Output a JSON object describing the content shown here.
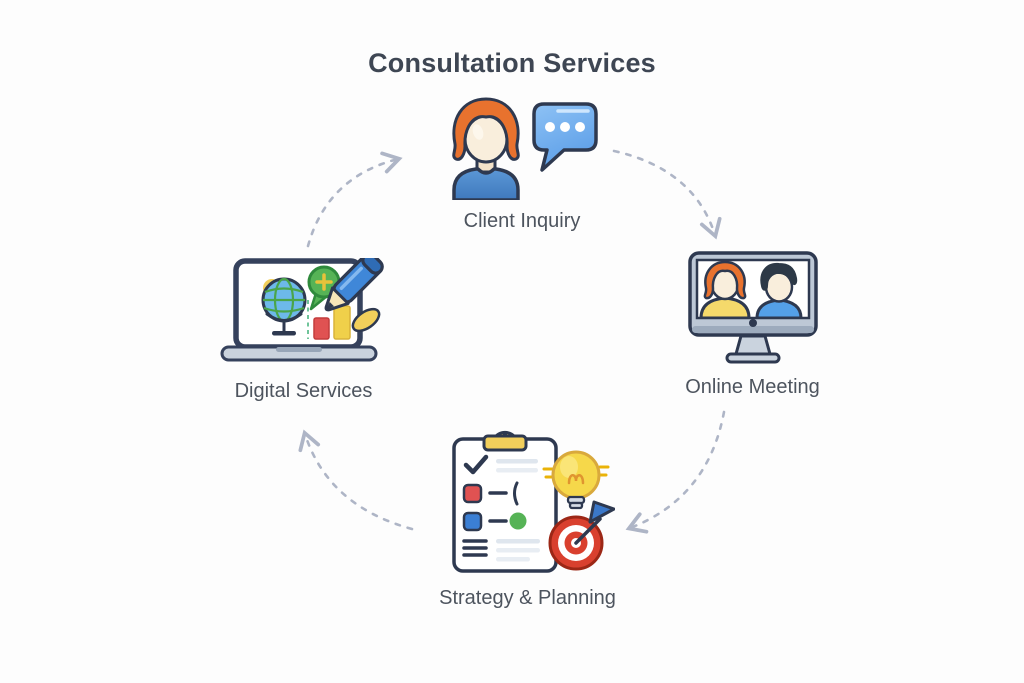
{
  "title": "Consultation Services",
  "diagram": {
    "type": "circular-process-cycle",
    "flow_order": [
      "Client Inquiry",
      "Online Meeting",
      "Strategy & Planning",
      "Digital Services"
    ],
    "arrow_style": "dashed-curved-clockwise"
  },
  "nodes": {
    "client_inquiry": {
      "label": "Client Inquiry",
      "icon": "person-chat-bubble-icon",
      "position": "top"
    },
    "online_meeting": {
      "label": "Online Meeting",
      "icon": "video-call-monitor-icon",
      "position": "right"
    },
    "strategy_planning": {
      "label": "Strategy & Planning",
      "icon": "clipboard-lightbulb-target-icon",
      "position": "bottom"
    },
    "digital_services": {
      "label": "Digital Services",
      "icon": "laptop-globe-pencil-chart-icon",
      "position": "left"
    }
  },
  "colors": {
    "background": "#fdfdfd",
    "title_text": "#3e4653",
    "label_text": "#4d545e",
    "arrow": "#aeb5c6",
    "outline_navy": "#2e3950",
    "accent_blue": "#4a86c8",
    "bubble_blue": "#6fb0f0",
    "hair_orange": "#e8722e",
    "skin_cream": "#f9eedc",
    "shirt_yellow": "#f5d96b",
    "clip_gold": "#f2cf5b",
    "bulb_yellow": "#f6d84a",
    "target_red": "#d9402e",
    "item_red": "#e05252",
    "item_blue": "#3b7fd4",
    "item_green": "#56b356",
    "monitor_gray": "#bdc8d6",
    "laptop_gray": "#c9d2dd"
  }
}
